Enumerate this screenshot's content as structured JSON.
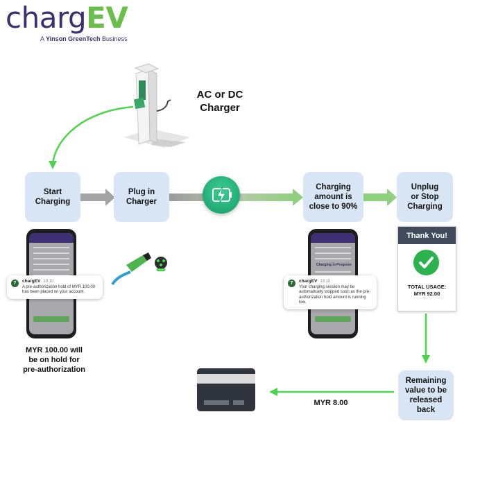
{
  "brand": {
    "part1": "charg",
    "part2": "EV",
    "tagline_prefix": "A ",
    "tagline_bold": "Yinson GreenTech",
    "tagline_suffix": " Business"
  },
  "charger_label": [
    "AC or DC",
    "Charger"
  ],
  "steps": {
    "start": [
      "Start",
      "Charging"
    ],
    "plug": [
      "Plug in",
      "Charger"
    ],
    "charging": [
      "Charging",
      "amount is",
      "close to 90%"
    ],
    "unplug": [
      "Unplug",
      "or Stop",
      "Charging"
    ],
    "remaining": [
      "Remaining",
      "value to be",
      "released",
      "back"
    ]
  },
  "notification_left": {
    "app": "chargEV",
    "time": "19:10",
    "text": "A pre-authorization hold of MYR 100.00 has been placed on your account."
  },
  "notification_right": {
    "app": "chargEV",
    "time": "19:10",
    "text": "Your charging session may be automatically stopped soon as the pre-authorization hold amount is running low."
  },
  "phone_right_status": "Charging in Progress",
  "preauth_caption": [
    "MYR 100.00 will",
    "be on hold for",
    "pre-authorization"
  ],
  "thank_you": {
    "title": "Thank You!",
    "usage_label": "TOTAL USAGE:",
    "usage_value": "MYR 92.00"
  },
  "refund_amount": "MYR 8.00",
  "colors": {
    "brand_purple": "#3b2f73",
    "brand_green": "#6abf4b",
    "step_box": "#d7e5f5",
    "arrow_green": "#4cd44c",
    "bolt_green": "#1fb37a"
  }
}
